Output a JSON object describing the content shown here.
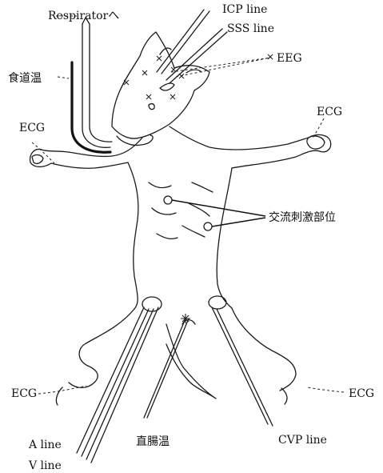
{
  "labels": {
    "respirator": "Respiratorへ",
    "icp": "ICP line",
    "sss": "SSS line",
    "eeg": "EEG",
    "esophageal_temp": "食道温",
    "ecg_left_arm": "ECG",
    "ecg_right_arm": "ECG",
    "ac_stimulation_site": "交流刺激部位",
    "ecg_left_leg": "ECG",
    "ecg_right_leg": "ECG",
    "a_line": "A line",
    "v_line": "V line",
    "rectal_temp": "直腸温",
    "cvp_line": "CVP line"
  }
}
